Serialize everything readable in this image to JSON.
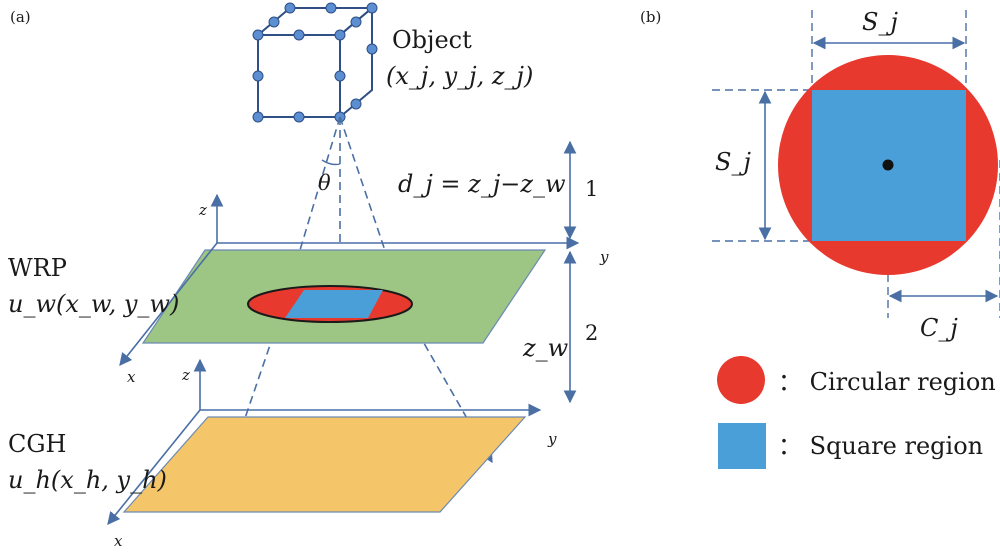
{
  "panel_a": {
    "label": "(a)",
    "object_label": "Object",
    "object_coords": "(x_j, y_j, z_j)",
    "theta": "θ",
    "distance_eq": "d_j = z_j−z_w",
    "marker_1": "1",
    "marker_2": "2",
    "zw_label": "z_w",
    "wrp_label": "WRP",
    "wrp_field": "u_w(x_w, y_w)",
    "cgh_label": "CGH",
    "cgh_field": "u_h(x_h, y_h)",
    "axis_x": "x",
    "axis_y": "y",
    "axis_z": "z"
  },
  "panel_b": {
    "label": "(b)",
    "sj_top": "S_j",
    "sj_left": "S_j",
    "cj": "C_j",
    "legend": [
      {
        "text": "： Circular region",
        "color": "#e8392f"
      },
      {
        "text": "： Square region",
        "color": "#4a9fd8"
      }
    ]
  },
  "colors": {
    "wrp_plane": "#9dc583",
    "cgh_plane": "#f5c56a",
    "circle": "#e8392f",
    "square": "#4a9fd8",
    "lines": "#4a6fa5",
    "dots": "#5b8fd1"
  }
}
